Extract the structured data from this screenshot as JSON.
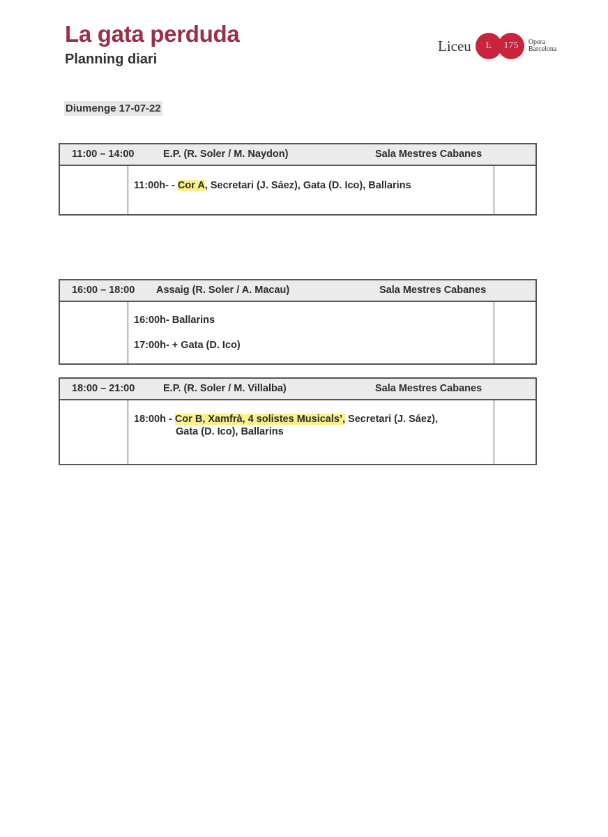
{
  "header": {
    "title": "La gata perduda",
    "subtitle": "Planning diari",
    "date": "Diumenge  17-07-22"
  },
  "logo": {
    "word": "Liceu",
    "mark": "Ŀ",
    "number": "175",
    "line1": "Opera",
    "line2": "Barcelona"
  },
  "blocks": [
    {
      "time": "11:00 – 14:00",
      "activity": "E.P. (R. Soler / M. Naydon)",
      "room": "Sala Mestres Cabanes",
      "entries": [
        {
          "pre": "11:00h- - ",
          "highlight": "Cor A",
          "post": ", Secretari (J. Sáez), Gata (D. Ico), Ballarins",
          "cont": ""
        }
      ]
    },
    {
      "time": "16:00 – 18:00",
      "activity": "Assaig  (R. Soler / A. Macau)",
      "room": "Sala Mestres Cabanes",
      "entries": [
        {
          "pre": "16:00h- Ballarins"
        },
        {
          "pre": "17:00h- + Gata (D. Ico)"
        }
      ]
    },
    {
      "time": "18:00 – 21:00",
      "activity": "E.P. (R. Soler / M. Villalba)",
      "room": "Sala Mestres Cabanes",
      "entries": [
        {
          "pre": "18:00h - ",
          "highlight": "Cor B, Xamfrà, 4 solistes Musicals’,",
          "post": " Secretari (J. Sáez),",
          "cont": "Gata (D. Ico), Ballarins"
        }
      ]
    }
  ],
  "colors": {
    "title": "#9a2f47",
    "highlight": "#fbf08a",
    "logo": "#c8243e"
  }
}
